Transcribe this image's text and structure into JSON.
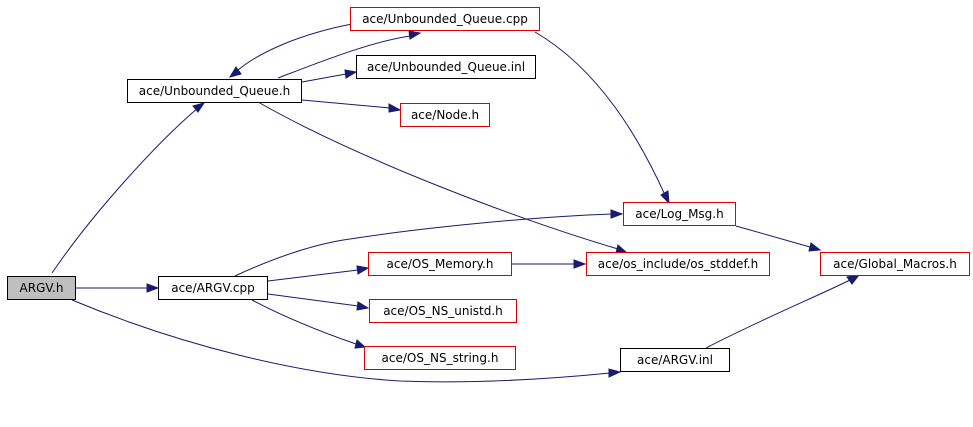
{
  "colors": {
    "edge": "#1a1a6e",
    "border_default": "#000000",
    "border_truncated": "#e00000",
    "current_fill": "#bfbfbf"
  },
  "nodes": {
    "argv_h": "ARGV.h",
    "unbounded_queue_cpp": "ace/Unbounded_Queue.cpp",
    "unbounded_queue_h": "ace/Unbounded_Queue.h",
    "unbounded_queue_inl": "ace/Unbounded_Queue.inl",
    "node_h": "ace/Node.h",
    "log_msg_h": "ace/Log_Msg.h",
    "global_macros_h": "ace/Global_Macros.h",
    "argv_cpp": "ace/ARGV.cpp",
    "os_memory_h": "ace/OS_Memory.h",
    "os_stddef_h": "ace/os_include/os_stddef.h",
    "os_ns_unistd_h": "ace/OS_NS_unistd.h",
    "os_ns_string_h": "ace/OS_NS_string.h",
    "argv_inl": "ace/ARGV.inl"
  }
}
